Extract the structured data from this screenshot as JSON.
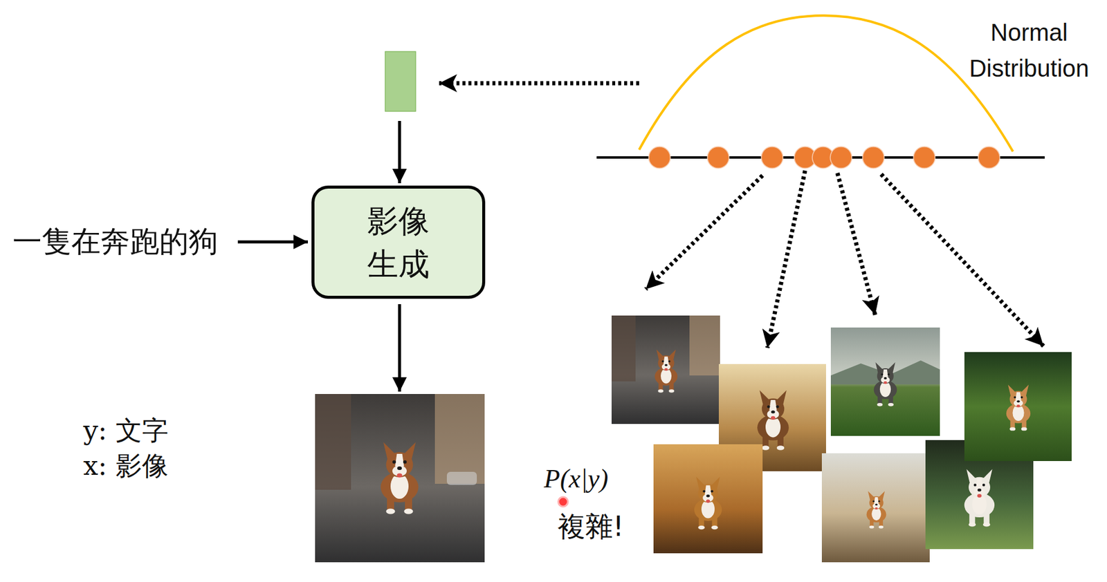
{
  "diagram": {
    "nodes": [
      {
        "text": [
          "影像 生成"
        ]
      }
    ],
    "labels": [
      "一隻在奔跑的狗",
      "y: 文字",
      "x: 影像",
      "Normal Distribution",
      "P(x|y)",
      "複雜!"
    ]
  }
}
